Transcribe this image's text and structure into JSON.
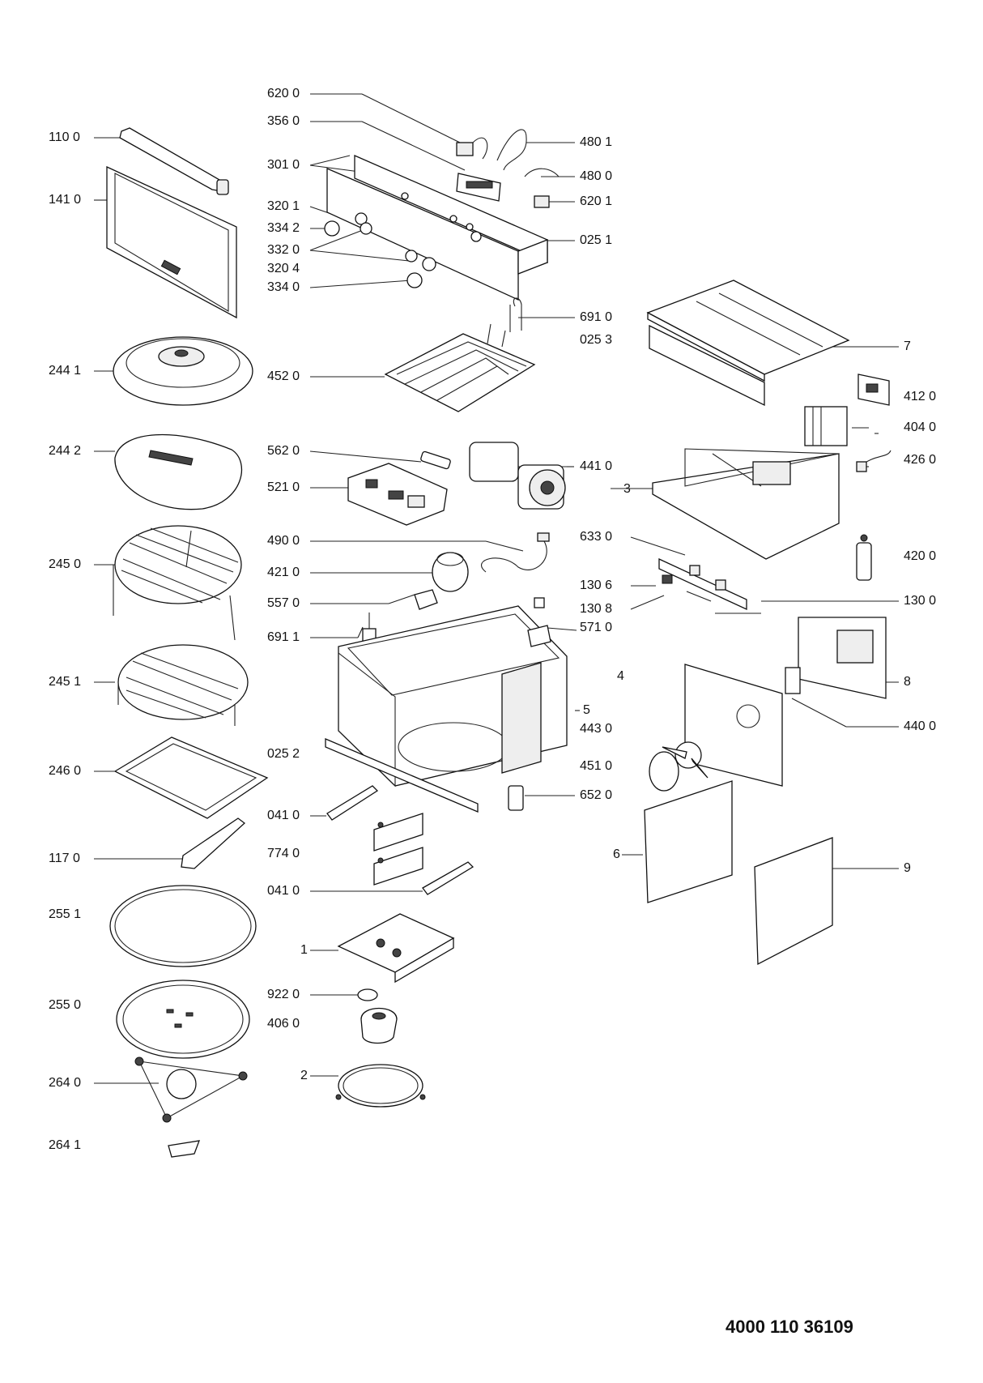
{
  "labels": {
    "l_1100": "110 0",
    "l_1410": "141 0",
    "l_2441": "244 1",
    "l_2442": "244 2",
    "l_2450": "245 0",
    "l_2451": "245 1",
    "l_2460": "246 0",
    "l_1170": "117 0",
    "l_2551": "255 1",
    "l_2550": "255 0",
    "l_2640": "264 0",
    "l_2641": "264 1",
    "l_6200": "620 0",
    "l_3560": "356 0",
    "l_3010": "301 0",
    "l_3201": "320 1",
    "l_3342": "334 2",
    "l_3320": "332 0",
    "l_3204": "320 4",
    "l_3340": "334 0",
    "l_4520": "452 0",
    "l_5620": "562 0",
    "l_5210": "521 0",
    "l_4900": "490 0",
    "l_4210": "421 0",
    "l_5570": "557 0",
    "l_6911": "691 1",
    "l_0252": "025 2",
    "l_0410a": "041 0",
    "l_7740": "774 0",
    "l_0410b": "041 0",
    "l_1": "1",
    "l_9220": "922 0",
    "l_4060": "406 0",
    "l_2": "2",
    "l_4801": "480 1",
    "l_4800": "480 0",
    "l_6201": "620 1",
    "l_0251": "025 1",
    "l_6910": "691 0",
    "l_0253": "025 3",
    "l_7": "7",
    "l_4120": "412 0",
    "l_4040": "404 0",
    "l_4410": "441 0",
    "l_4260": "426 0",
    "l_3": "3",
    "l_6330": "633 0",
    "l_4200": "420 0",
    "l_1306": "130 6",
    "l_1300": "130 0",
    "l_1308": "130 8",
    "l_5710": "571 0",
    "l_4": "4",
    "l_8": "8",
    "l_5": "5",
    "l_4430": "443 0",
    "l_4400": "440 0",
    "l_4510": "451 0",
    "l_6520": "652 0",
    "l_6": "6",
    "l_9": "9"
  },
  "document_number": "4000 110 36109"
}
